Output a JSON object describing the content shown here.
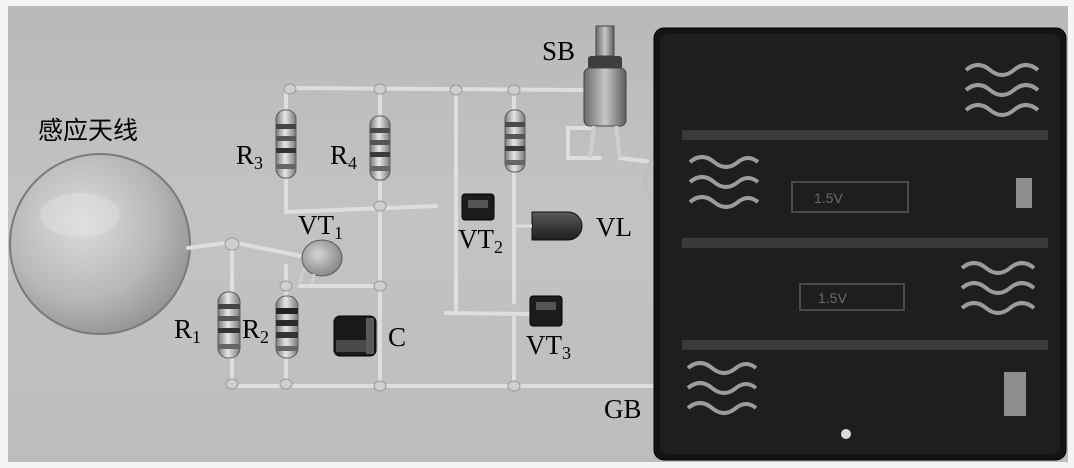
{
  "labels": {
    "antenna": "感应天线",
    "sb": "SB",
    "r3": {
      "main": "R",
      "sub": "3"
    },
    "r4": {
      "main": "R",
      "sub": "4"
    },
    "vt1": {
      "main": "VT",
      "sub": "1"
    },
    "vt2": {
      "main": "VT",
      "sub": "2"
    },
    "vl": "VL",
    "r1": {
      "main": "R",
      "sub": "1"
    },
    "r2": {
      "main": "R",
      "sub": "2"
    },
    "c": "C",
    "vt3": {
      "main": "VT",
      "sub": "3"
    },
    "gb": "GB"
  },
  "battery_markings": [
    "1.5V",
    "1.5V"
  ],
  "colors": {
    "background": "#c0c0c0",
    "wire": "#d9d9d9",
    "battery_holder": "#151515",
    "antenna_plate": "#bdbdbd"
  }
}
